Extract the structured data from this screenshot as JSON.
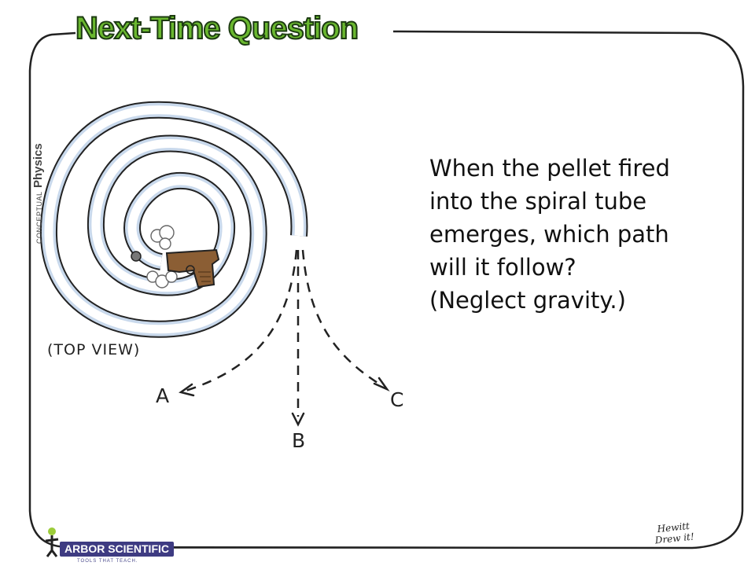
{
  "title": "Next-Time Question",
  "side_label": {
    "prefix": "CONCEPTUAL",
    "main": "Physics"
  },
  "question": [
    "When the pellet fired",
    "into the spiral tube",
    "emerges, which path",
    "will it follow?",
    "(Neglect gravity.)"
  ],
  "view_label": "(TOP VIEW)",
  "paths": {
    "a": "A",
    "b": "B",
    "c": "C"
  },
  "brand": {
    "name": "ARBOR SCIENTIFIC",
    "tagline": "TOOLS THAT TEACH."
  },
  "signature": [
    "Hewitt",
    "Drew it!"
  ],
  "colors": {
    "title_fill": "#6ab82f",
    "title_outline": "#1d3b12",
    "tube": "#c9d9ec",
    "gun": "#8b5e34",
    "brand_bg": "#3e3b82"
  }
}
